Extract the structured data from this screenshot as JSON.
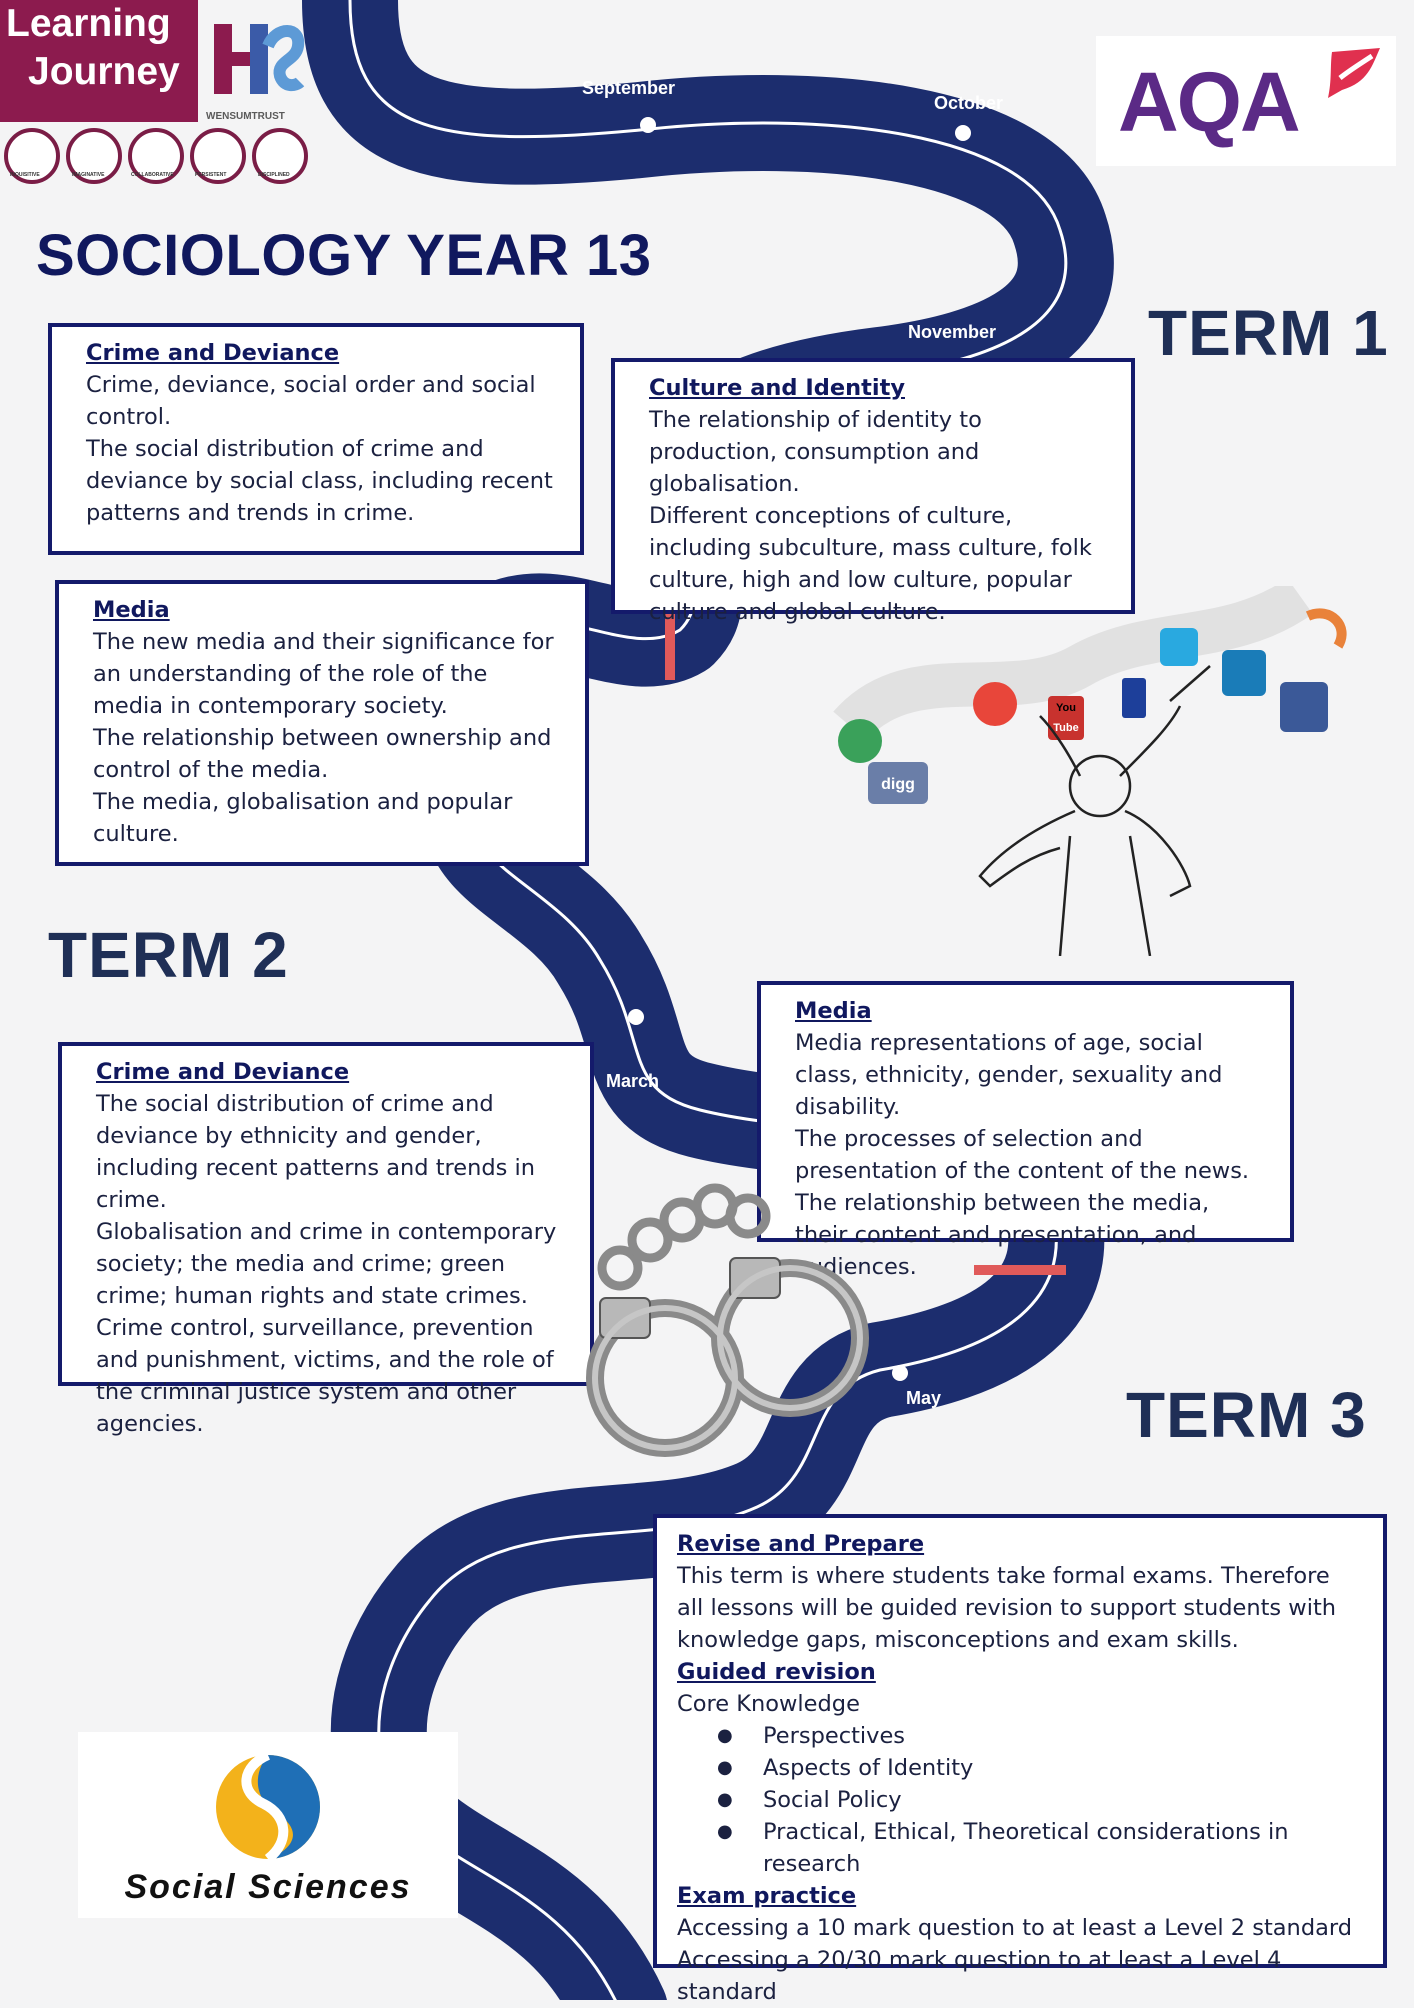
{
  "header": {
    "learning_line1": "Learning",
    "learning_line2": "Journey",
    "trust": "WENSUMTRUST",
    "values": [
      "INQUISITIVE",
      "IMAGINATIVE",
      "COLLABORATIVE",
      "PERSISTENT",
      "DISCIPLINED"
    ],
    "aqa": "AQA"
  },
  "title": "SOCIOLOGY YEAR 13",
  "terms": [
    "TERM 1",
    "TERM 2",
    "TERM 3"
  ],
  "months": [
    "September",
    "October",
    "November",
    "March",
    "May"
  ],
  "boxes": {
    "crime1": {
      "heading": "Crime and Deviance",
      "lines": [
        "Crime, deviance, social order and social control.",
        "The social distribution of crime and deviance by social class, including recent patterns and trends in crime."
      ]
    },
    "culture": {
      "heading": "Culture and Identity",
      "lines": [
        "The relationship of identity to production, consumption and globalisation.",
        "Different conceptions of culture, including subculture, mass culture, folk culture, high and low culture, popular culture and global culture."
      ]
    },
    "media1": {
      "heading": "Media",
      "lines": [
        "The new media and their significance for an understanding of the role of the media in contemporary society.",
        "The relationship between ownership and control of the media.",
        "The media, globalisation and popular culture."
      ]
    },
    "media2": {
      "heading": "Media",
      "lines": [
        "Media representations of age, social class, ethnicity, gender, sexuality and disability.",
        "The processes of selection and presentation of the content of the news.",
        "The relationship between the media, their content and presentation, and audiences."
      ]
    },
    "crime2": {
      "heading": "Crime and Deviance",
      "lines": [
        "The social distribution of crime and deviance by ethnicity and gender, including recent patterns and trends in crime.",
        "Globalisation and crime in contemporary society; the media and crime; green crime; human rights and state crimes.",
        "Crime control, surveillance, prevention and punishment, victims, and the role of the criminal justice system and other agencies."
      ]
    },
    "revise": {
      "heading": "Revise and Prepare",
      "intro": "This term is where students take formal exams. Therefore all lessons will be guided revision to support students with knowledge gaps, misconceptions and exam skills.",
      "heading2": "Guided revision",
      "core": "Core Knowledge",
      "bullets": [
        "Perspectives",
        "Aspects of Identity",
        "Social Policy",
        "Practical, Ethical, Theoretical considerations in research"
      ],
      "heading3": "Exam practice",
      "exam": [
        "Accessing a 10 mark question to at least a Level 2 standard",
        "Accessing a 20/30 mark question to at least a Level 4 standard"
      ]
    }
  },
  "social_logo": "Social Sciences",
  "illustration_labels": [
    "You",
    "Tube",
    "digg"
  ],
  "colors": {
    "road": "#1c2d6e",
    "border": "#141a6b",
    "accent": "#e05a5a",
    "brand": "#8c1b4e",
    "aqa": "#5b2a86"
  }
}
